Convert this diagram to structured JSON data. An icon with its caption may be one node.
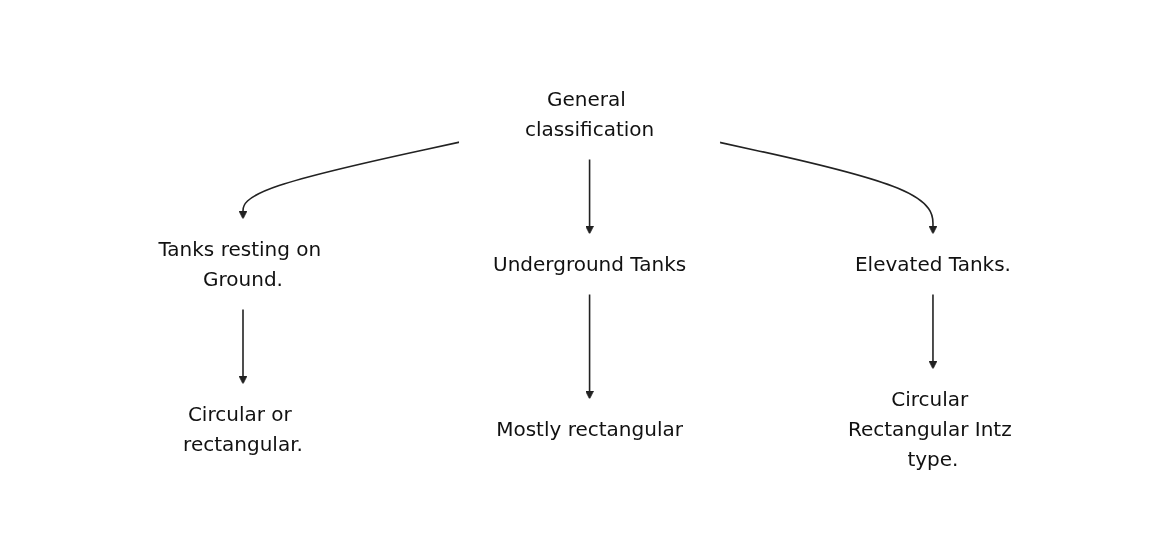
{
  "diagram": {
    "nodes": [
      {
        "text": [
          "General classification"
        ]
      },
      {
        "text": [
          "Tanks resting on Ground."
        ]
      },
      {
        "text": [
          "Underground Tanks"
        ]
      },
      {
        "text": [
          "Elevated Tanks."
        ]
      },
      {
        "text": [
          "Circular or rectangular."
        ]
      },
      {
        "text": [
          "Mostly rectangular"
        ]
      },
      {
        "text": [
          "Circular Rectangular Intz type."
        ]
      }
    ],
    "edges": [
      {
        "from": 0,
        "to": 1,
        "arrow": "to"
      },
      {
        "from": 0,
        "to": 2,
        "arrow": "to"
      },
      {
        "from": 0,
        "to": 3,
        "arrow": "to"
      },
      {
        "from": 1,
        "to": 4,
        "arrow": "to"
      },
      {
        "from": 2,
        "to": 5,
        "arrow": "to"
      },
      {
        "from": 3,
        "to": 6,
        "arrow": "to"
      }
    ]
  }
}
